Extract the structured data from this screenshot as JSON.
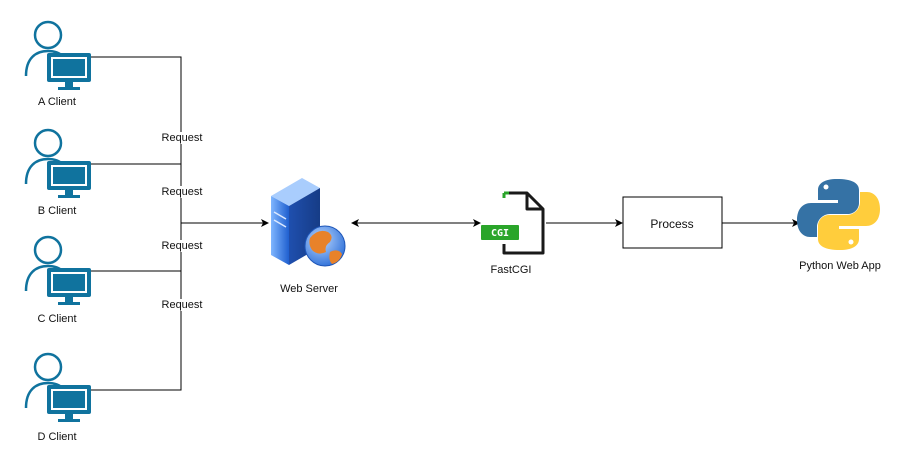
{
  "clients": [
    {
      "label": "A Client"
    },
    {
      "label": "B Client"
    },
    {
      "label": "C Client"
    },
    {
      "label": "D Client"
    }
  ],
  "requests": [
    "Request",
    "Request",
    "Request",
    "Request"
  ],
  "web_server": {
    "label": "Web Server"
  },
  "fastcgi": {
    "label": "FastCGI",
    "badge": "CGI"
  },
  "process": {
    "label": "Process"
  },
  "python_app": {
    "label": "Python Web App"
  },
  "colors": {
    "client_icon": "#10739e",
    "line": "#000000",
    "cgi_badge": "#2aa52a",
    "python_blue": "#3572a5",
    "python_yellow": "#ffcd3c",
    "server_blue": "#2d6fd8",
    "globe_orange": "#e8822a"
  }
}
